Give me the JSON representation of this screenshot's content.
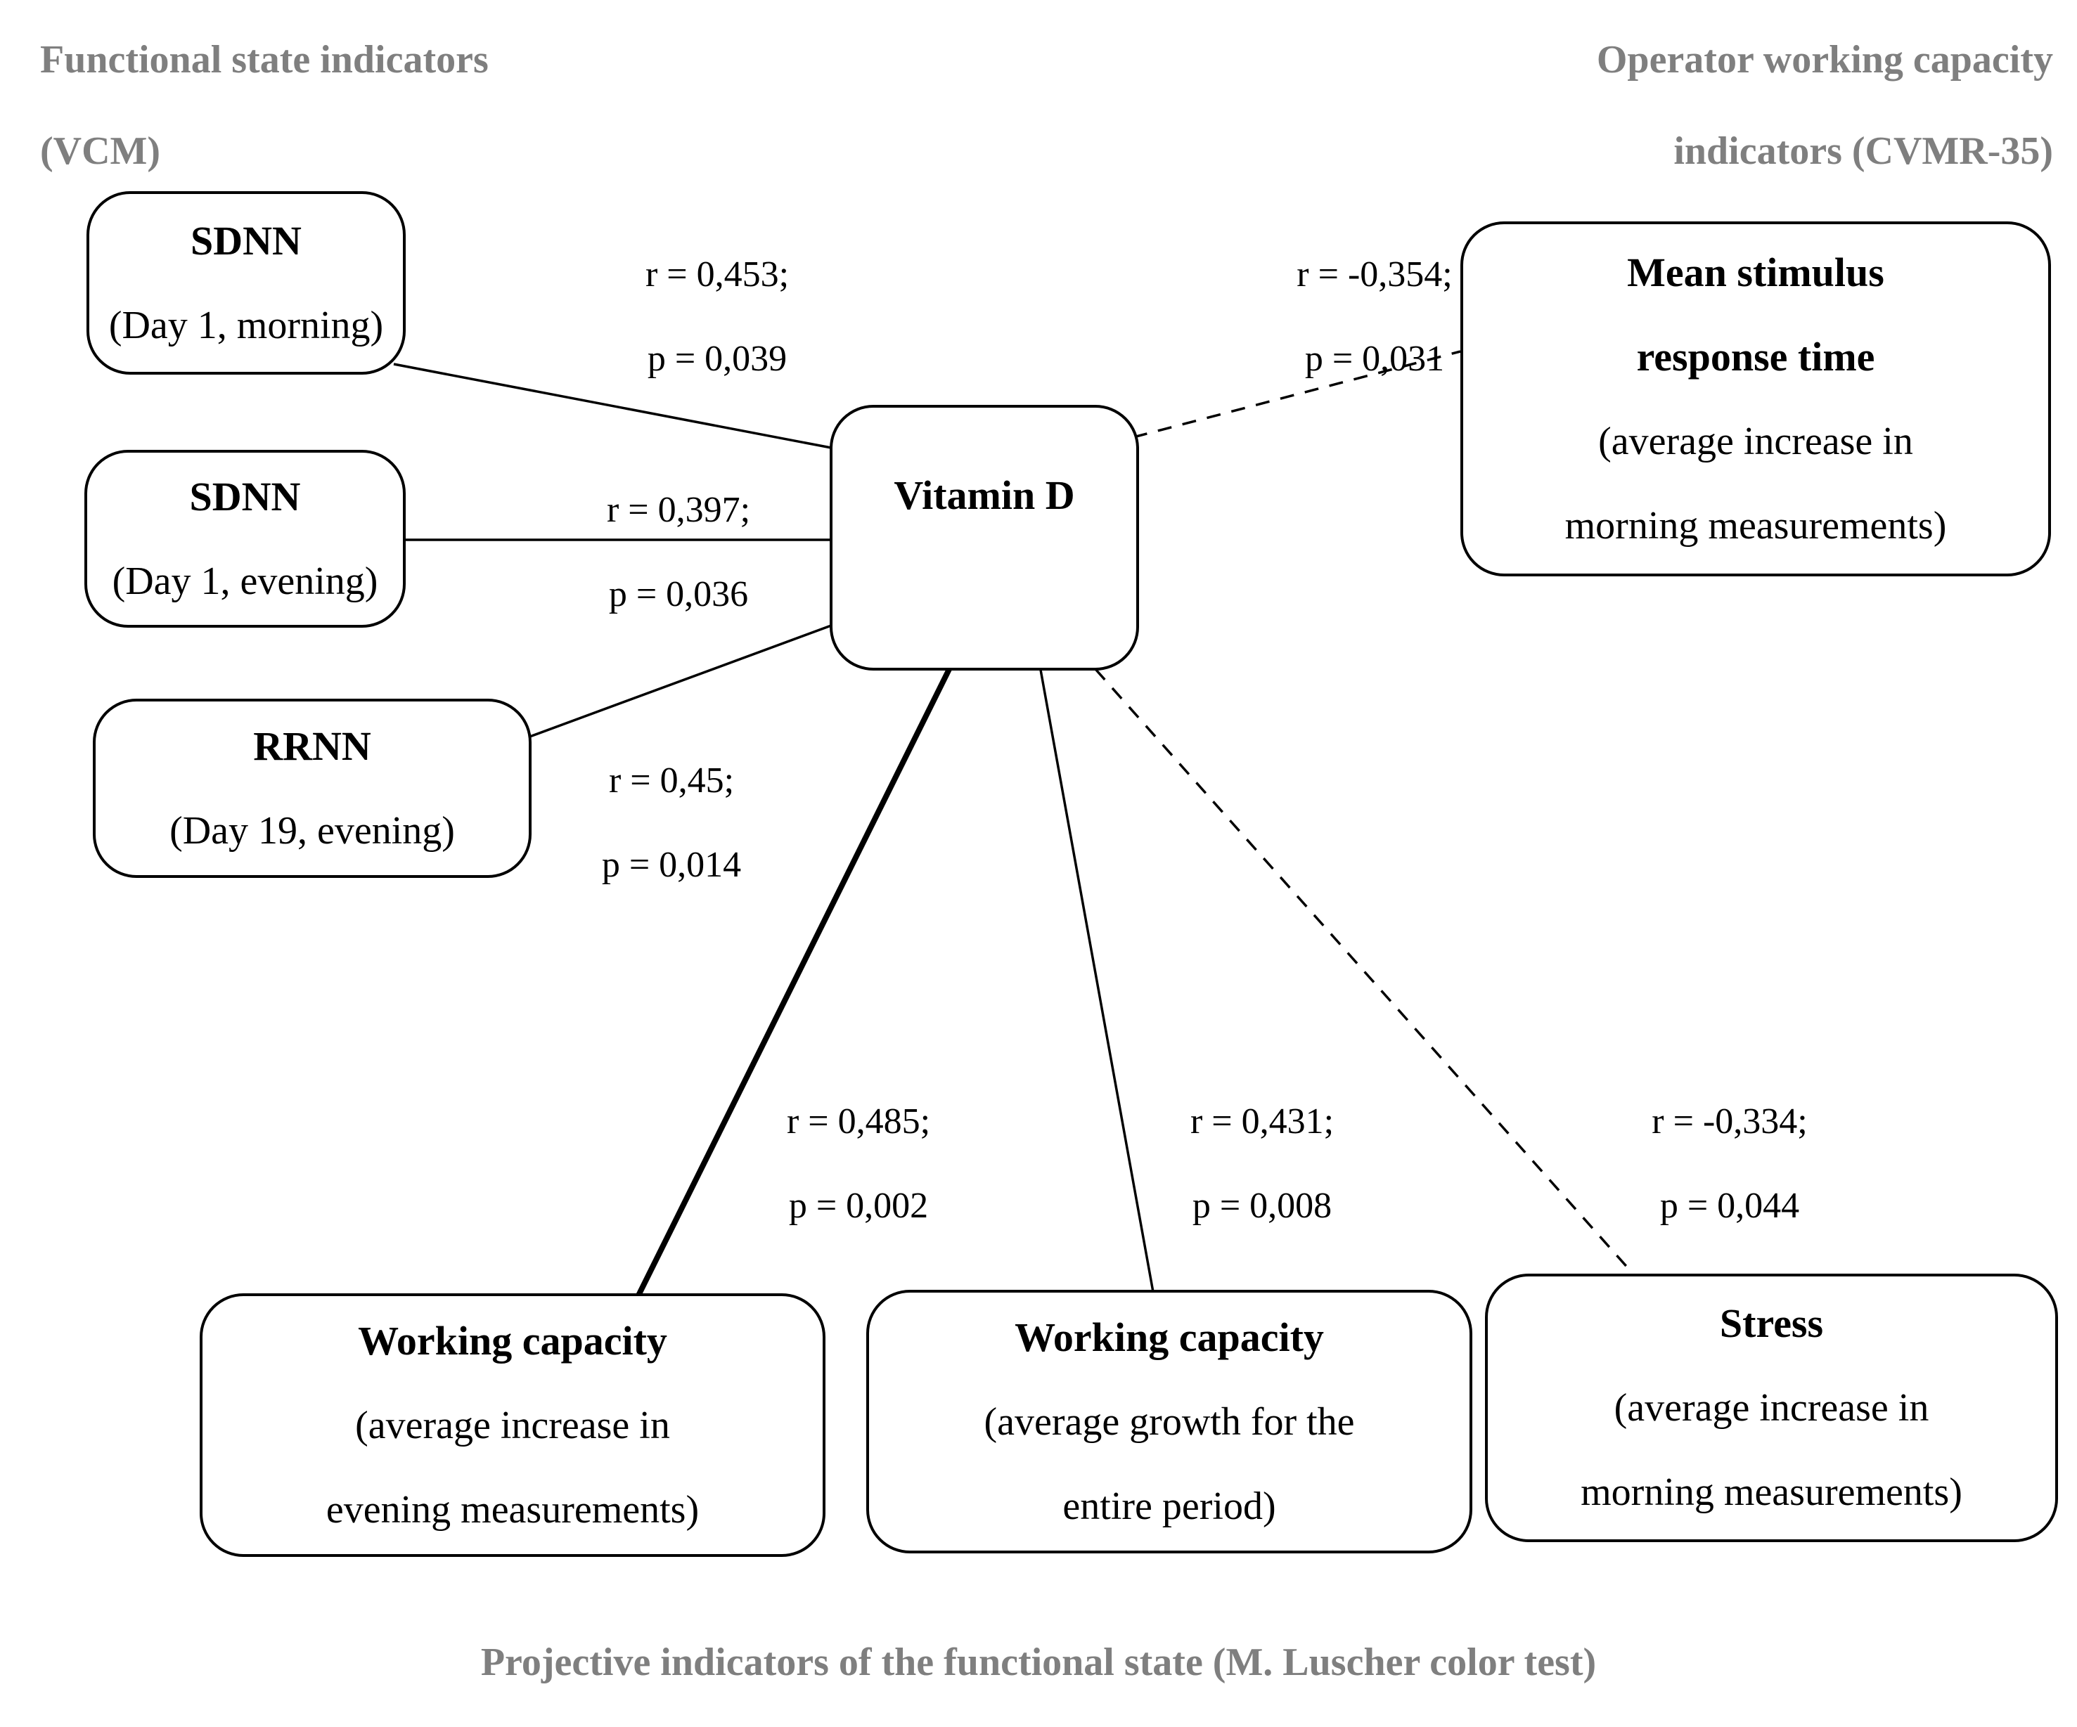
{
  "headers": {
    "top_left_line1": "Functional state indicators",
    "top_left_line2": "(VCM)",
    "top_right_line1": "Operator working capacity",
    "top_right_line2": "indicators (CVMR-35)",
    "bottom_caption": "Projective indicators of the functional state (M. Luscher color test)"
  },
  "nodes": {
    "vitamin_d": {
      "title": "Vitamin D"
    },
    "sdnn_morning": {
      "title": "SDNN",
      "subtitle": "(Day 1, morning)"
    },
    "sdnn_evening": {
      "title": "SDNN",
      "subtitle": "(Day 1, evening)"
    },
    "rrnn": {
      "title": "RRNN",
      "subtitle": "(Day 19, evening)"
    },
    "mean_stimulus": {
      "title_line1": "Mean stimulus",
      "title_line2": "response time",
      "sub_line1": "(average increase in",
      "sub_line2": "morning measurements)"
    },
    "wc_evening": {
      "title": "Working capacity",
      "sub_line1": "(average increase in",
      "sub_line2": "evening measurements)"
    },
    "wc_period": {
      "title": "Working capacity",
      "sub_line1": "(average growth for the",
      "sub_line2": "entire period)"
    },
    "stress": {
      "title": "Stress",
      "sub_line1": "(average increase in",
      "sub_line2": "morning measurements)"
    }
  },
  "edges": [
    {
      "from": "SDNN (Day 1, morning)",
      "to": "Vitamin D",
      "r": "r = 0,453;",
      "p": "p = 0,039",
      "style": "solid"
    },
    {
      "from": "SDNN (Day 1, evening)",
      "to": "Vitamin D",
      "r": "r = 0,397;",
      "p": "p = 0,036",
      "style": "solid"
    },
    {
      "from": "RRNN (Day 19, evening)",
      "to": "Vitamin D",
      "r": "r = 0,45;",
      "p": "p = 0,014",
      "style": "solid"
    },
    {
      "from": "Vitamin D",
      "to": "Mean stimulus response time",
      "r": "r = -0,354;",
      "p": "p = 0,031",
      "style": "dashed"
    },
    {
      "from": "Vitamin D",
      "to": "Working capacity (evening)",
      "r": "r = 0,485;",
      "p": "p = 0,002",
      "style": "thick-solid"
    },
    {
      "from": "Vitamin D",
      "to": "Working capacity (entire period)",
      "r": "r = 0,431;",
      "p": "p = 0,008",
      "style": "solid"
    },
    {
      "from": "Vitamin D",
      "to": "Stress",
      "r": "r = -0,334;",
      "p": "p = 0,044",
      "style": "dashed"
    }
  ],
  "colors": {
    "background": "#ffffff",
    "header_gray": "#7f7f7f",
    "line_black": "#000000",
    "box_border": "#000000"
  }
}
